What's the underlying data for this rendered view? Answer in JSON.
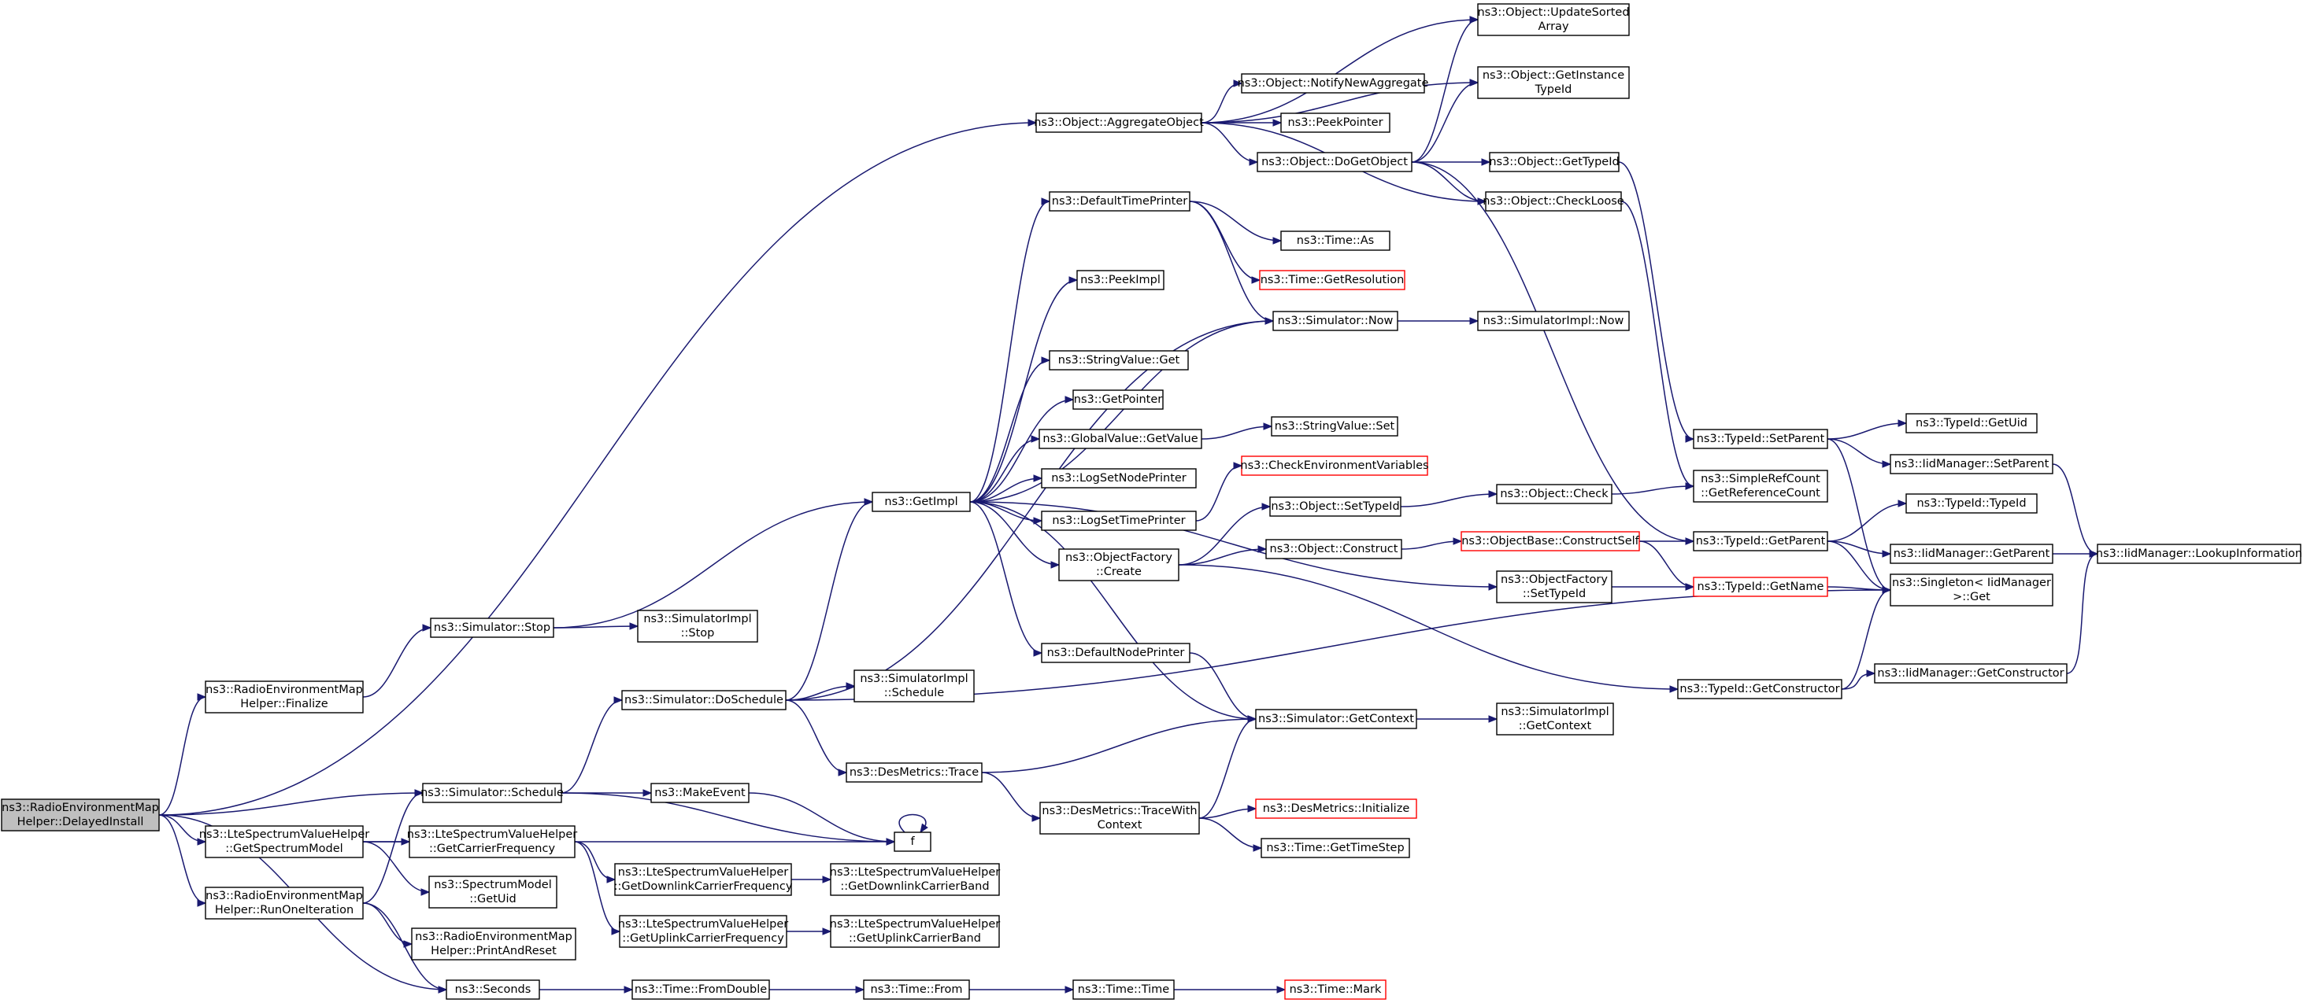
{
  "graph": {
    "nodes": [
      {
        "id": "n0",
        "label": [
          "ns3::RadioEnvironmentMap",
          "Helper::DelayedInstall"
        ],
        "root": true
      },
      {
        "id": "n1",
        "label": [
          "ns3::Object::AggregateObject"
        ]
      },
      {
        "id": "n2",
        "label": [
          "ns3::Object::UpdateSorted",
          "Array"
        ]
      },
      {
        "id": "n3",
        "label": [
          "ns3::Object::GetInstance",
          "TypeId"
        ]
      },
      {
        "id": "n4",
        "label": [
          "ns3::Object::NotifyNewAggregate"
        ]
      },
      {
        "id": "n5",
        "label": [
          "ns3::PeekPointer"
        ]
      },
      {
        "id": "n6",
        "label": [
          "ns3::Object::DoGetObject"
        ]
      },
      {
        "id": "n7",
        "label": [
          "ns3::Object::GetTypeId"
        ]
      },
      {
        "id": "n8",
        "label": [
          "ns3::Object::CheckLoose"
        ]
      },
      {
        "id": "n9",
        "label": [
          "ns3::DefaultTimePrinter"
        ]
      },
      {
        "id": "n10",
        "label": [
          "ns3::Time::As"
        ]
      },
      {
        "id": "n11",
        "label": [
          "ns3::Time::GetResolution"
        ],
        "red": true
      },
      {
        "id": "n12",
        "label": [
          "ns3::PeekImpl"
        ]
      },
      {
        "id": "n13",
        "label": [
          "ns3::Simulator::Now"
        ]
      },
      {
        "id": "n14",
        "label": [
          "ns3::SimulatorImpl::Now"
        ]
      },
      {
        "id": "n15",
        "label": [
          "ns3::StringValue::Get"
        ]
      },
      {
        "id": "n16",
        "label": [
          "ns3::GetPointer"
        ]
      },
      {
        "id": "n17",
        "label": [
          "ns3::GlobalValue::GetValue"
        ]
      },
      {
        "id": "n18",
        "label": [
          "ns3::StringValue::Set"
        ]
      },
      {
        "id": "n19",
        "label": [
          "ns3::TypeId::SetParent"
        ]
      },
      {
        "id": "n20",
        "label": [
          "ns3::TypeId::GetUid"
        ]
      },
      {
        "id": "n21",
        "label": [
          "ns3::IidManager::SetParent"
        ]
      },
      {
        "id": "n22",
        "label": [
          "ns3::LogSetNodePrinter"
        ]
      },
      {
        "id": "n23",
        "label": [
          "ns3::CheckEnvironmentVariables"
        ],
        "red": true
      },
      {
        "id": "n24",
        "label": [
          "ns3::SimpleRefCount",
          "::GetReferenceCount"
        ]
      },
      {
        "id": "n25",
        "label": [
          "ns3::GetImpl"
        ]
      },
      {
        "id": "n26",
        "label": [
          "ns3::Object::SetTypeId"
        ]
      },
      {
        "id": "n27",
        "label": [
          "ns3::Object::Check"
        ]
      },
      {
        "id": "n28",
        "label": [
          "ns3::TypeId::TypeId"
        ]
      },
      {
        "id": "n29",
        "label": [
          "ns3::LogSetTimePrinter"
        ]
      },
      {
        "id": "n30",
        "label": [
          "ns3::ObjectFactory",
          "::Create"
        ]
      },
      {
        "id": "n31",
        "label": [
          "ns3::Object::Construct"
        ]
      },
      {
        "id": "n32",
        "label": [
          "ns3::ObjectBase::ConstructSelf"
        ],
        "red": true
      },
      {
        "id": "n33",
        "label": [
          "ns3::TypeId::GetParent"
        ]
      },
      {
        "id": "n34",
        "label": [
          "ns3::IidManager::GetParent"
        ]
      },
      {
        "id": "n35",
        "label": [
          "ns3::IidManager::LookupInformation"
        ]
      },
      {
        "id": "n36",
        "label": [
          "ns3::ObjectFactory",
          "::SetTypeId"
        ]
      },
      {
        "id": "n37",
        "label": [
          "ns3::TypeId::GetName"
        ],
        "red": true
      },
      {
        "id": "n38",
        "label": [
          "ns3::Singleton< IidManager",
          " >::Get"
        ]
      },
      {
        "id": "n39",
        "label": [
          "ns3::Simulator::Stop"
        ]
      },
      {
        "id": "n40",
        "label": [
          "ns3::SimulatorImpl",
          "::Stop"
        ]
      },
      {
        "id": "n41",
        "label": [
          "ns3::DefaultNodePrinter"
        ]
      },
      {
        "id": "n42",
        "label": [
          "ns3::TypeId::GetConstructor"
        ]
      },
      {
        "id": "n43",
        "label": [
          "ns3::IidManager::GetConstructor"
        ]
      },
      {
        "id": "n44",
        "label": [
          "ns3::RadioEnvironmentMap",
          "Helper::Finalize"
        ]
      },
      {
        "id": "n45",
        "label": [
          "ns3::Simulator::DoSchedule"
        ]
      },
      {
        "id": "n46",
        "label": [
          "ns3::SimulatorImpl",
          "::Schedule"
        ]
      },
      {
        "id": "n47",
        "label": [
          "ns3::Simulator::GetContext"
        ]
      },
      {
        "id": "n48",
        "label": [
          "ns3::SimulatorImpl",
          "::GetContext"
        ]
      },
      {
        "id": "n49",
        "label": [
          "ns3::DesMetrics::Trace"
        ]
      },
      {
        "id": "n50",
        "label": [
          "ns3::Simulator::Schedule"
        ]
      },
      {
        "id": "n51",
        "label": [
          "ns3::MakeEvent"
        ]
      },
      {
        "id": "n52",
        "label": [
          "ns3::DesMetrics::TraceWith",
          "Context"
        ]
      },
      {
        "id": "n53",
        "label": [
          "ns3::DesMetrics::Initialize"
        ],
        "red": true
      },
      {
        "id": "n54",
        "label": [
          "f"
        ]
      },
      {
        "id": "n55",
        "label": [
          "ns3::LteSpectrumValueHelper",
          "::GetSpectrumModel"
        ]
      },
      {
        "id": "n56",
        "label": [
          "ns3::LteSpectrumValueHelper",
          "::GetCarrierFrequency"
        ]
      },
      {
        "id": "n57",
        "label": [
          "ns3::Time::GetTimeStep"
        ]
      },
      {
        "id": "n58",
        "label": [
          "ns3::LteSpectrumValueHelper",
          "::GetDownlinkCarrierFrequency"
        ]
      },
      {
        "id": "n59",
        "label": [
          "ns3::LteSpectrumValueHelper",
          "::GetDownlinkCarrierBand"
        ]
      },
      {
        "id": "n60",
        "label": [
          "ns3::SpectrumModel",
          "::GetUid"
        ]
      },
      {
        "id": "n61",
        "label": [
          "ns3::RadioEnvironmentMap",
          "Helper::RunOneIteration"
        ]
      },
      {
        "id": "n62",
        "label": [
          "ns3::LteSpectrumValueHelper",
          "::GetUplinkCarrierFrequency"
        ]
      },
      {
        "id": "n63",
        "label": [
          "ns3::LteSpectrumValueHelper",
          "::GetUplinkCarrierBand"
        ]
      },
      {
        "id": "n64",
        "label": [
          "ns3::RadioEnvironmentMap",
          "Helper::PrintAndReset"
        ]
      },
      {
        "id": "n65",
        "label": [
          "ns3::Seconds"
        ]
      },
      {
        "id": "n66",
        "label": [
          "ns3::Time::FromDouble"
        ]
      },
      {
        "id": "n67",
        "label": [
          "ns3::Time::From"
        ]
      },
      {
        "id": "n68",
        "label": [
          "ns3::Time::Time"
        ]
      },
      {
        "id": "n69",
        "label": [
          "ns3::Time::Mark"
        ],
        "red": true
      }
    ],
    "edges": [
      [
        "n0",
        "n1"
      ],
      [
        "n0",
        "n44"
      ],
      [
        "n0",
        "n50"
      ],
      [
        "n0",
        "n55"
      ],
      [
        "n0",
        "n61"
      ],
      [
        "n0",
        "n65"
      ],
      [
        "n1",
        "n2"
      ],
      [
        "n1",
        "n3"
      ],
      [
        "n1",
        "n4"
      ],
      [
        "n1",
        "n5"
      ],
      [
        "n1",
        "n6"
      ],
      [
        "n1",
        "n8"
      ],
      [
        "n6",
        "n2"
      ],
      [
        "n6",
        "n3"
      ],
      [
        "n6",
        "n7"
      ],
      [
        "n6",
        "n8"
      ],
      [
        "n6",
        "n33"
      ],
      [
        "n7",
        "n19"
      ],
      [
        "n8",
        "n24"
      ],
      [
        "n9",
        "n10"
      ],
      [
        "n9",
        "n11"
      ],
      [
        "n9",
        "n13"
      ],
      [
        "n13",
        "n14"
      ],
      [
        "n17",
        "n18"
      ],
      [
        "n19",
        "n20"
      ],
      [
        "n19",
        "n21"
      ],
      [
        "n19",
        "n38"
      ],
      [
        "n21",
        "n35"
      ],
      [
        "n29",
        "n23"
      ],
      [
        "n25",
        "n9"
      ],
      [
        "n25",
        "n12"
      ],
      [
        "n25",
        "n13"
      ],
      [
        "n25",
        "n15"
      ],
      [
        "n25",
        "n16"
      ],
      [
        "n25",
        "n17"
      ],
      [
        "n25",
        "n22"
      ],
      [
        "n25",
        "n29"
      ],
      [
        "n25",
        "n30"
      ],
      [
        "n25",
        "n36"
      ],
      [
        "n25",
        "n41"
      ],
      [
        "n25",
        "n47"
      ],
      [
        "n26",
        "n27"
      ],
      [
        "n27",
        "n24"
      ],
      [
        "n30",
        "n26"
      ],
      [
        "n30",
        "n31"
      ],
      [
        "n30",
        "n42"
      ],
      [
        "n31",
        "n32"
      ],
      [
        "n32",
        "n33"
      ],
      [
        "n32",
        "n37"
      ],
      [
        "n33",
        "n28"
      ],
      [
        "n33",
        "n34"
      ],
      [
        "n33",
        "n38"
      ],
      [
        "n34",
        "n35"
      ],
      [
        "n36",
        "n37"
      ],
      [
        "n37",
        "n38"
      ],
      [
        "n39",
        "n25"
      ],
      [
        "n39",
        "n40"
      ],
      [
        "n41",
        "n47"
      ],
      [
        "n42",
        "n38"
      ],
      [
        "n42",
        "n43"
      ],
      [
        "n43",
        "n35"
      ],
      [
        "n44",
        "n39"
      ],
      [
        "n45",
        "n13"
      ],
      [
        "n45",
        "n25"
      ],
      [
        "n45",
        "n38"
      ],
      [
        "n45",
        "n46"
      ],
      [
        "n45",
        "n49"
      ],
      [
        "n47",
        "n48"
      ],
      [
        "n49",
        "n47"
      ],
      [
        "n49",
        "n52"
      ],
      [
        "n50",
        "n45"
      ],
      [
        "n50",
        "n51"
      ],
      [
        "n50",
        "n54"
      ],
      [
        "n51",
        "n54"
      ],
      [
        "n52",
        "n47"
      ],
      [
        "n52",
        "n53"
      ],
      [
        "n52",
        "n57"
      ],
      [
        "n54",
        "n54"
      ],
      [
        "n55",
        "n54"
      ],
      [
        "n55",
        "n56"
      ],
      [
        "n55",
        "n60"
      ],
      [
        "n56",
        "n58"
      ],
      [
        "n56",
        "n62"
      ],
      [
        "n58",
        "n59"
      ],
      [
        "n61",
        "n50"
      ],
      [
        "n61",
        "n64"
      ],
      [
        "n61",
        "n65"
      ],
      [
        "n62",
        "n63"
      ],
      [
        "n65",
        "n66"
      ],
      [
        "n66",
        "n67"
      ],
      [
        "n67",
        "n68"
      ],
      [
        "n68",
        "n69"
      ]
    ]
  }
}
